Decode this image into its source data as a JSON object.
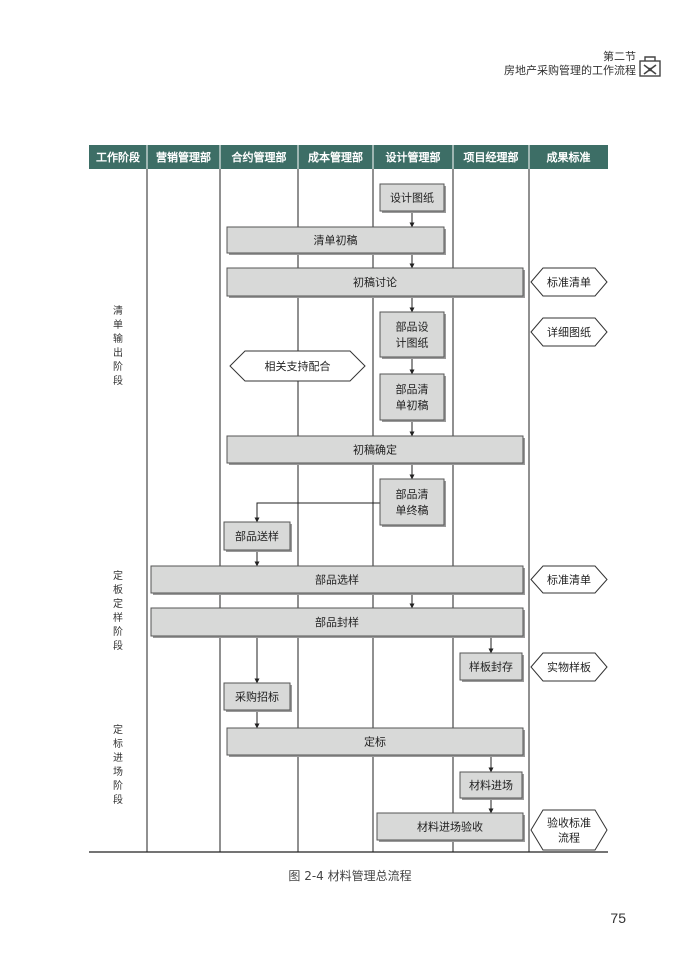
{
  "header": {
    "section": "第二节",
    "chapter_title": "房地产采购管理的工作流程"
  },
  "table": {
    "columns": [
      "工作阶段",
      "营销管理部",
      "合约管理部",
      "成本管理部",
      "设计管理部",
      "项目经理部",
      "成果标准"
    ]
  },
  "phases": [
    {
      "label": "清单输出阶段",
      "chars": [
        "清",
        "单",
        "输",
        "出",
        "阶",
        "段"
      ]
    },
    {
      "label": "定板定样阶段",
      "chars": [
        "定",
        "板",
        "定",
        "样",
        "阶",
        "段"
      ]
    },
    {
      "label": "定标进场阶段",
      "chars": [
        "定",
        "标",
        "进",
        "场",
        "阶",
        "段"
      ]
    }
  ],
  "steps": [
    {
      "id": "design-drawings",
      "lines": [
        "设计图纸"
      ]
    },
    {
      "id": "list-draft",
      "lines": [
        "清单初稿"
      ]
    },
    {
      "id": "draft-discussion",
      "lines": [
        "初稿讨论"
      ]
    },
    {
      "id": "part-design-drawings",
      "lines": [
        "部品设",
        "计图纸"
      ]
    },
    {
      "id": "part-list-draft",
      "lines": [
        "部品清",
        "单初稿"
      ]
    },
    {
      "id": "draft-confirmation",
      "lines": [
        "初稿确定"
      ]
    },
    {
      "id": "part-list-final",
      "lines": [
        "部品清",
        "单终稿"
      ]
    },
    {
      "id": "part-sample-delivery",
      "lines": [
        "部品送样"
      ]
    },
    {
      "id": "part-selection",
      "lines": [
        "部品选样"
      ]
    },
    {
      "id": "part-sealing",
      "lines": [
        "部品封样"
      ]
    },
    {
      "id": "sample-storage",
      "lines": [
        "样板封存"
      ]
    },
    {
      "id": "procurement-bidding",
      "lines": [
        "采购招标"
      ]
    },
    {
      "id": "bid-award",
      "lines": [
        "定标"
      ]
    },
    {
      "id": "material-entry",
      "lines": [
        "材料进场"
      ]
    },
    {
      "id": "material-acceptance",
      "lines": [
        "材料进场验收"
      ]
    }
  ],
  "support_note": "相关支持配合",
  "outputs": [
    {
      "id": "standard-list-1",
      "lines": [
        "标准清单"
      ]
    },
    {
      "id": "detailed-drawings",
      "lines": [
        "详细图纸"
      ]
    },
    {
      "id": "standard-list-2",
      "lines": [
        "标准清单"
      ]
    },
    {
      "id": "physical-sample",
      "lines": [
        "实物样板"
      ]
    },
    {
      "id": "acceptance-standard",
      "lines": [
        "验收标准",
        "流程"
      ]
    }
  ],
  "colors": {
    "header_fill": "#3d6e66",
    "header_text": "#ffffff",
    "box_fill": "#d8d9d8",
    "box_stroke": "#555555",
    "line": "#222222"
  },
  "caption": "图 2-4  材料管理总流程",
  "page_number": "75"
}
